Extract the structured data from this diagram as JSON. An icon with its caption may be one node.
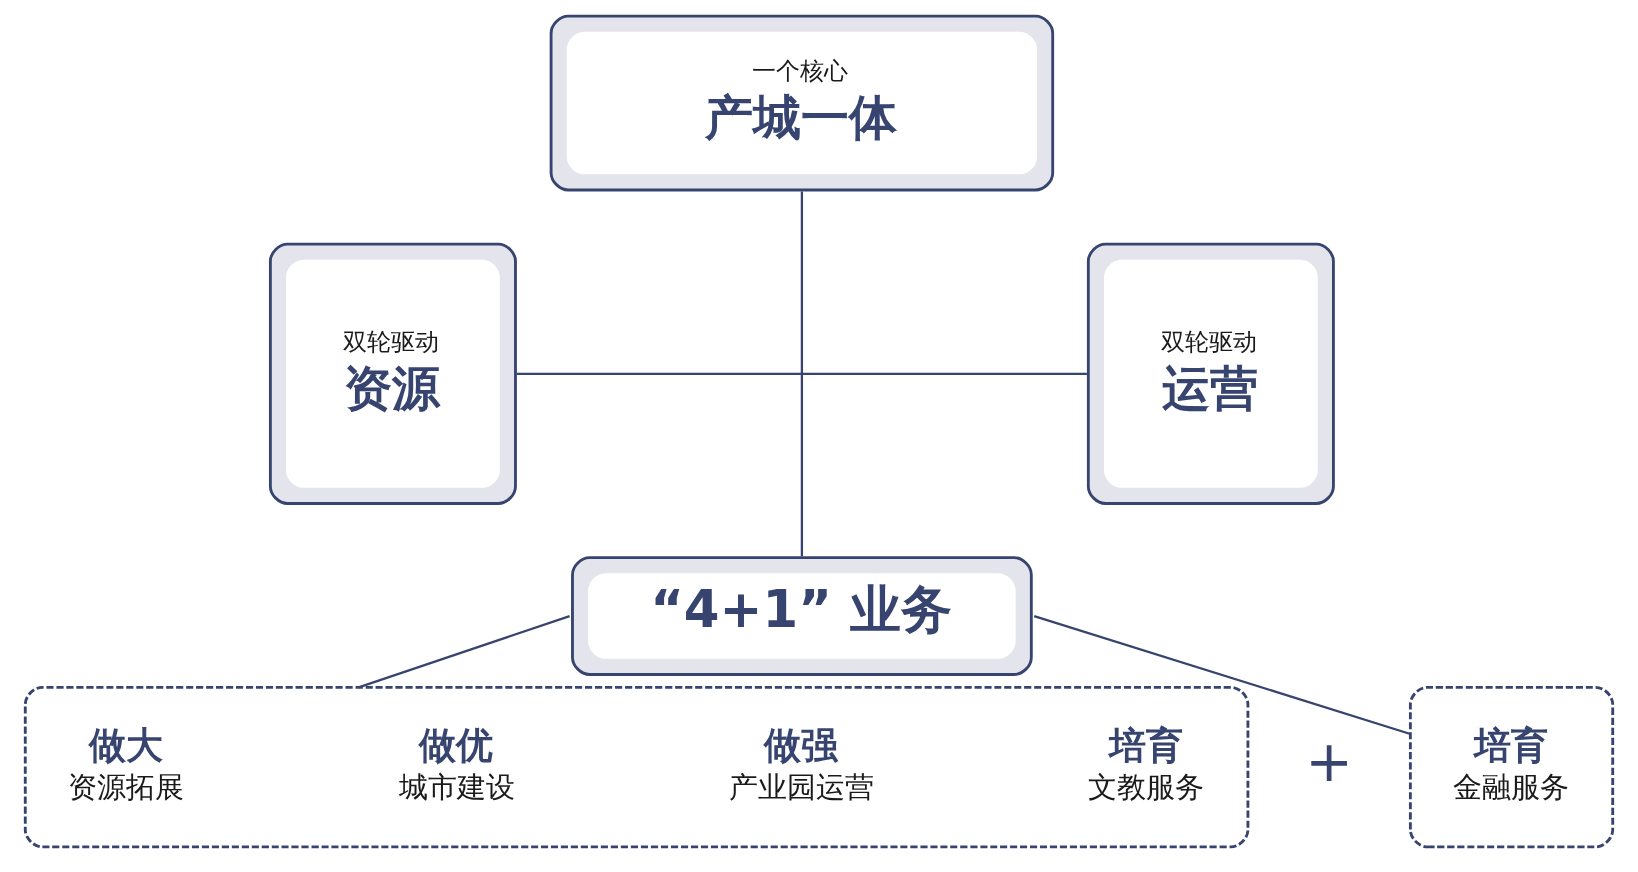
{
  "diagram": {
    "nodes": [
      {
        "text": [
          "一个核心",
          "产城一体"
        ]
      },
      {
        "text": [
          "双轮驱动",
          "资源"
        ]
      },
      {
        "text": [
          "双轮驱动",
          "运营"
        ]
      },
      {
        "text": [
          "“4+1” 业务"
        ]
      },
      {
        "text": [],
        "shape": "box"
      },
      {
        "text": [
          "做大",
          "资源拓展"
        ],
        "in": 4
      },
      {
        "text": [
          "做优",
          "城市建设"
        ],
        "in": 4
      },
      {
        "text": [
          "做强",
          "产业园运营"
        ],
        "in": 4
      },
      {
        "text": [
          "培育",
          "文教服务"
        ],
        "in": 4
      },
      {
        "text": [],
        "shape": "box"
      },
      {
        "text": [
          "培育",
          "金融服务"
        ],
        "in": 9
      }
    ],
    "edges": [
      {
        "from": 0,
        "to": 3,
        "arrow": "none"
      },
      {
        "from": 1,
        "to": 2,
        "arrow": "none"
      },
      {
        "from": 3,
        "to": 4,
        "arrow": "none"
      },
      {
        "from": 3,
        "to": 9,
        "arrow": "none"
      }
    ],
    "labels": [
      "+"
    ]
  }
}
